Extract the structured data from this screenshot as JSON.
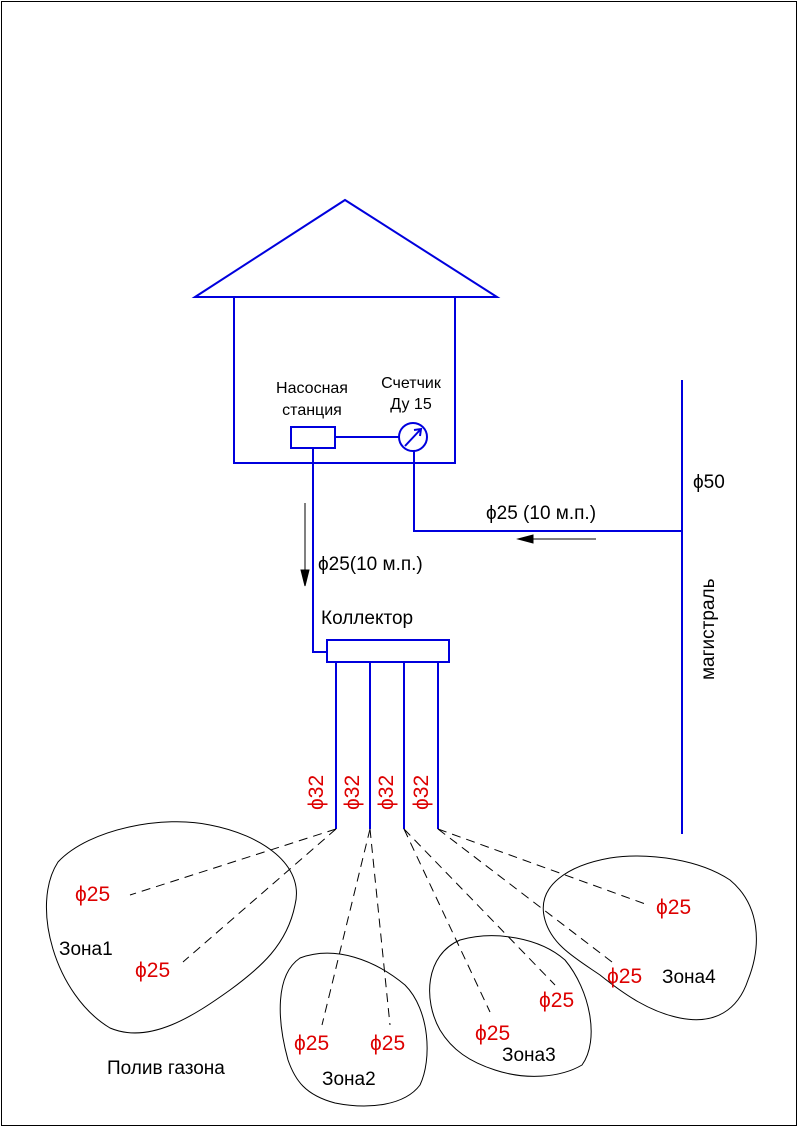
{
  "colors": {
    "pipe": "#0000dd",
    "dim_red": "#dd0000",
    "outline": "#000000",
    "background": "#ffffff"
  },
  "labels": {
    "pump_station_line1": "Насосная",
    "pump_station_line2": "станция",
    "meter_line1": "Счетчик",
    "meter_line2": "Ду 15",
    "main_diameter": "ϕ50",
    "main_name": "магистраль",
    "supply_pipe": "ϕ25 (10 м.п.)",
    "pump_to_collector": "ϕ25(10 м.п.)",
    "collector": "Коллектор",
    "outlet_1": "ϕ32",
    "outlet_2": "ϕ32",
    "outlet_3": "ϕ32",
    "outlet_4": "ϕ32",
    "caption": "Полив газона"
  },
  "zones": [
    {
      "name": "Зона1",
      "branches": [
        "ϕ25",
        "ϕ25"
      ]
    },
    {
      "name": "Зона2",
      "branches": [
        "ϕ25",
        "ϕ25"
      ]
    },
    {
      "name": "Зона3",
      "branches": [
        "ϕ25",
        "ϕ25"
      ]
    },
    {
      "name": "Зона4",
      "branches": [
        "ϕ25",
        "ϕ25"
      ]
    }
  ]
}
